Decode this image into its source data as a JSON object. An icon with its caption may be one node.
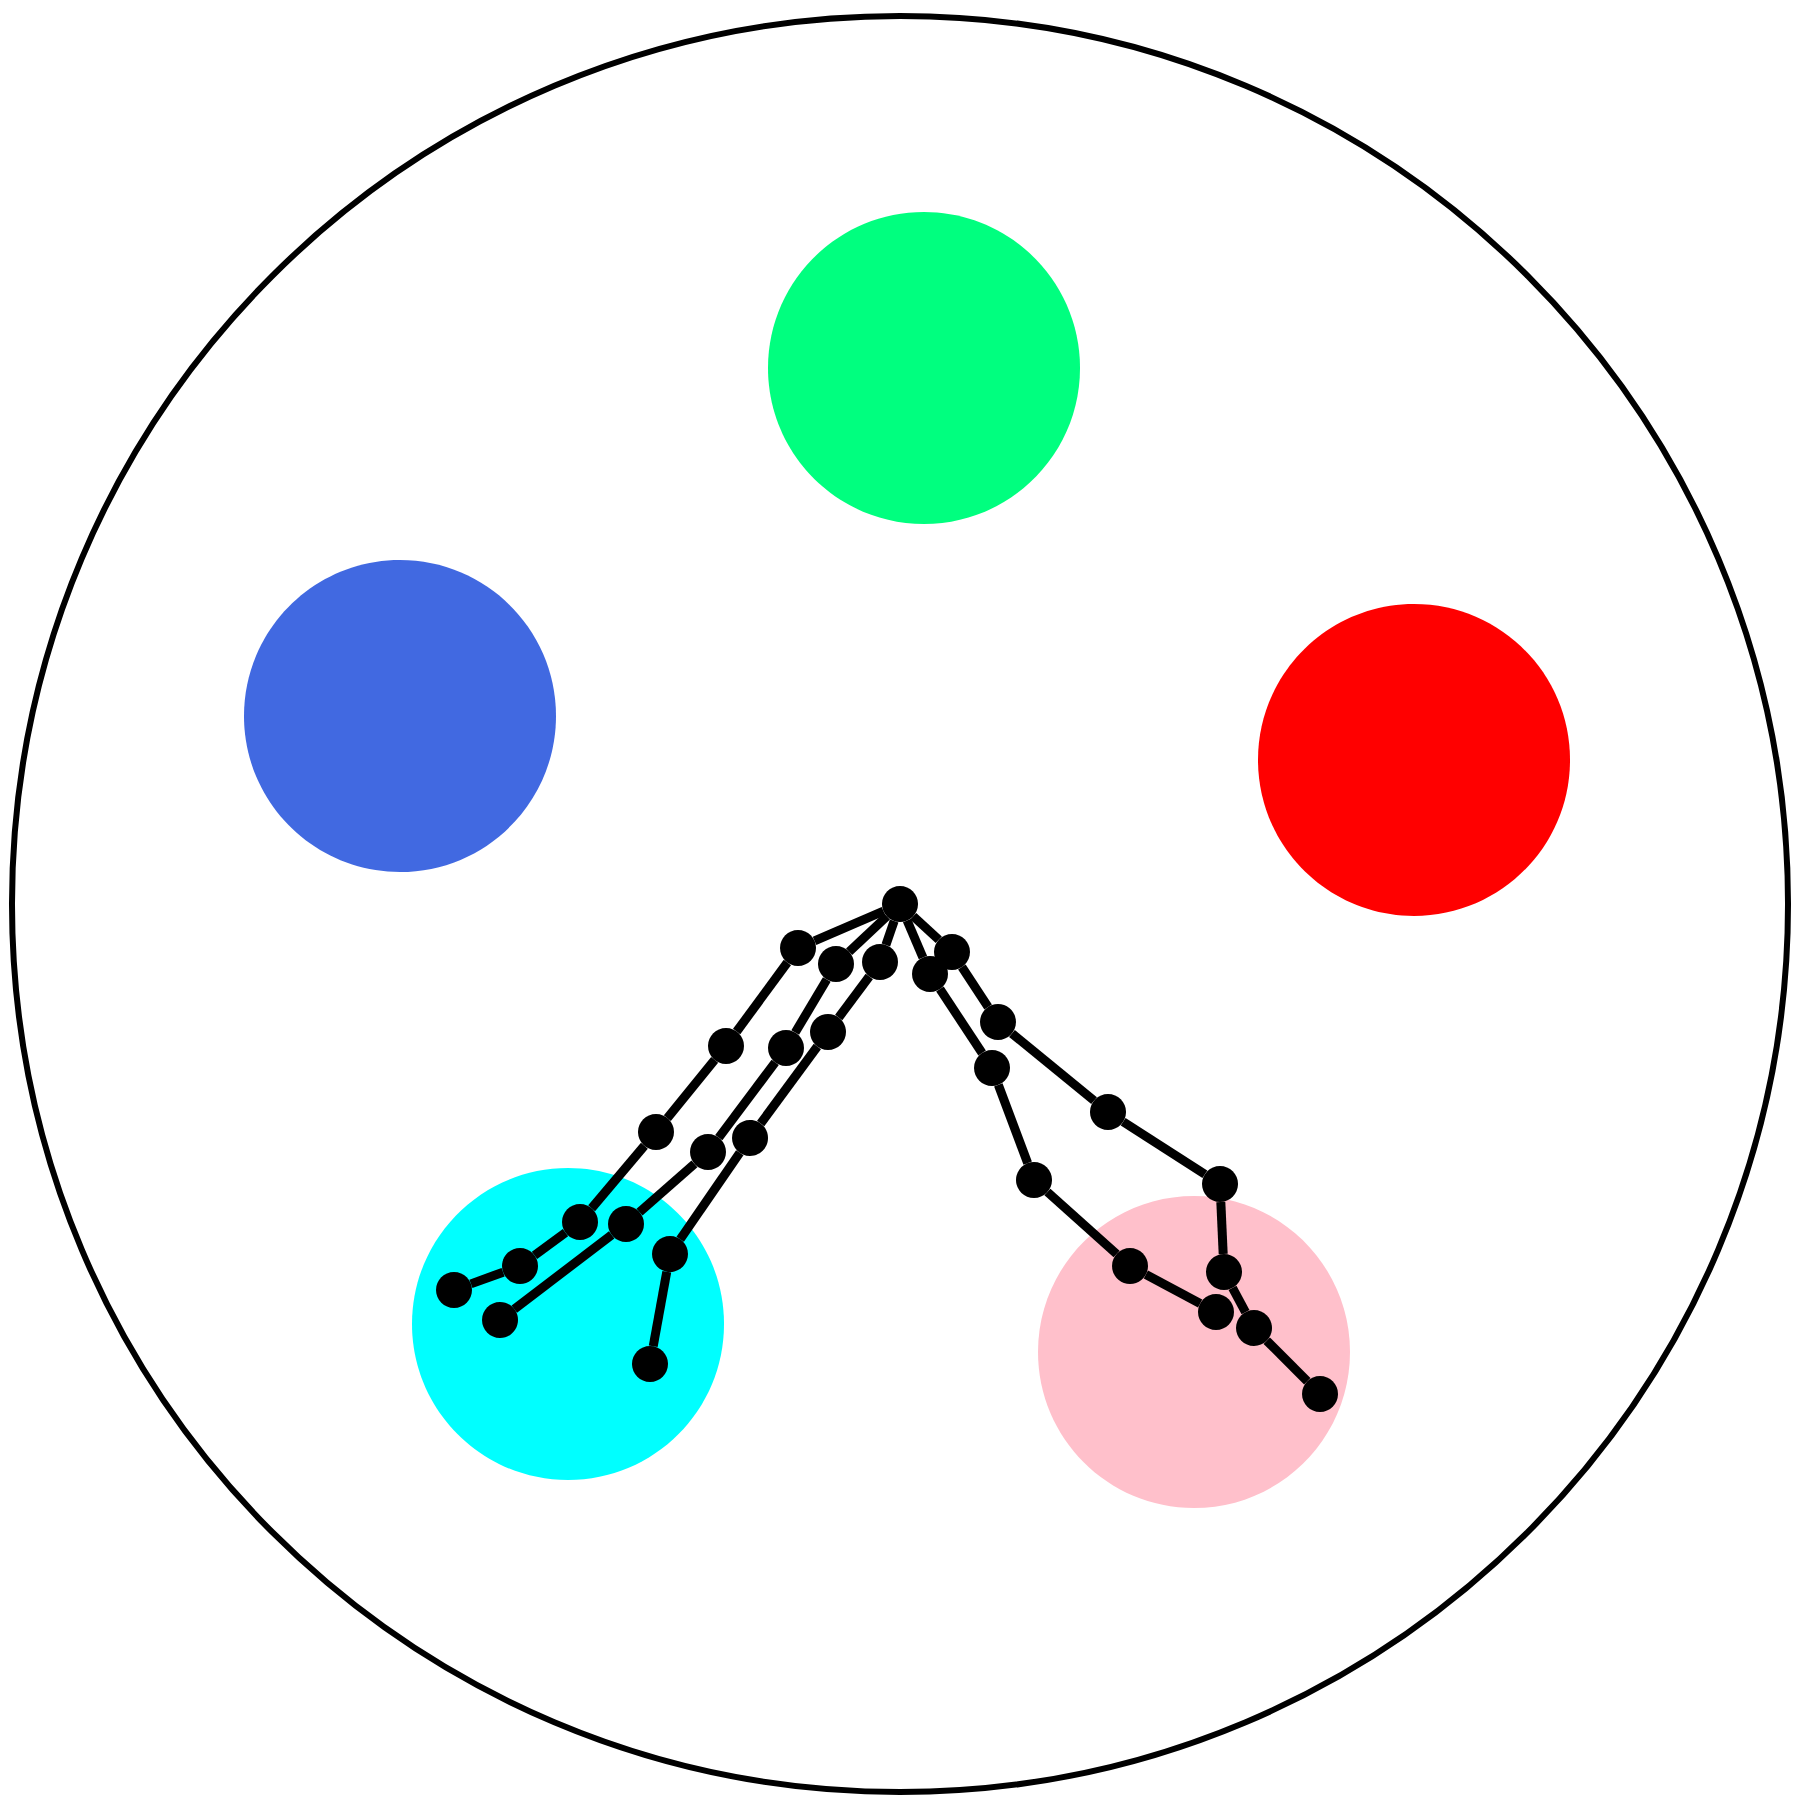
{
  "diagram": {
    "nodes": [
      {
        "text": [],
        "shape": "circle"
      },
      {
        "text": [],
        "shape": "circle",
        "in": 0
      },
      {
        "text": [],
        "shape": "circle",
        "in": 0
      },
      {
        "text": [],
        "shape": "circle",
        "in": 0
      },
      {
        "text": [],
        "shape": "circle",
        "in": 0
      },
      {
        "text": [],
        "shape": "circle",
        "in": 0
      },
      {
        "text": [],
        "shape": "dot",
        "in": 0
      },
      {
        "text": [],
        "shape": "dot",
        "in": 0
      },
      {
        "text": [],
        "shape": "dot",
        "in": 0
      },
      {
        "text": [],
        "shape": "dot",
        "in": 0
      },
      {
        "text": [],
        "shape": "dot",
        "in": 4
      },
      {
        "text": [],
        "shape": "dot",
        "in": 4
      },
      {
        "text": [],
        "shape": "dot",
        "in": 4
      },
      {
        "text": [],
        "shape": "dot",
        "in": 0
      },
      {
        "text": [],
        "shape": "dot",
        "in": 0
      },
      {
        "text": [],
        "shape": "dot",
        "in": 0
      },
      {
        "text": [],
        "shape": "dot",
        "in": 4
      },
      {
        "text": [],
        "shape": "dot",
        "in": 4
      },
      {
        "text": [],
        "shape": "dot",
        "in": 0
      },
      {
        "text": [],
        "shape": "dot",
        "in": 0
      },
      {
        "text": [],
        "shape": "dot",
        "in": 0
      },
      {
        "text": [],
        "shape": "dot",
        "in": 4
      },
      {
        "text": [],
        "shape": "dot",
        "in": 4
      },
      {
        "text": [],
        "shape": "dot",
        "in": 0
      },
      {
        "text": [],
        "shape": "dot",
        "in": 0
      },
      {
        "text": [],
        "shape": "dot",
        "in": 0
      },
      {
        "text": [],
        "shape": "dot",
        "in": 0
      },
      {
        "text": [],
        "shape": "dot",
        "in": 5
      },
      {
        "text": [],
        "shape": "dot",
        "in": 5
      },
      {
        "text": [],
        "shape": "dot",
        "in": 5
      },
      {
        "text": [],
        "shape": "dot",
        "in": 0
      },
      {
        "text": [],
        "shape": "dot",
        "in": 0
      },
      {
        "text": [],
        "shape": "dot",
        "in": 0
      },
      {
        "text": [],
        "shape": "dot",
        "in": 5
      },
      {
        "text": [],
        "shape": "dot",
        "in": 5
      }
    ],
    "edges": [
      {
        "from": 6,
        "to": 7,
        "arrow": "none"
      },
      {
        "from": 7,
        "to": 8,
        "arrow": "none"
      },
      {
        "from": 8,
        "to": 9,
        "arrow": "none"
      },
      {
        "from": 9,
        "to": 10,
        "arrow": "none"
      },
      {
        "from": 10,
        "to": 11,
        "arrow": "none"
      },
      {
        "from": 11,
        "to": 12,
        "arrow": "none"
      },
      {
        "from": 6,
        "to": 13,
        "arrow": "none"
      },
      {
        "from": 13,
        "to": 14,
        "arrow": "none"
      },
      {
        "from": 14,
        "to": 15,
        "arrow": "none"
      },
      {
        "from": 15,
        "to": 16,
        "arrow": "none"
      },
      {
        "from": 16,
        "to": 17,
        "arrow": "none"
      },
      {
        "from": 6,
        "to": 18,
        "arrow": "none"
      },
      {
        "from": 18,
        "to": 19,
        "arrow": "none"
      },
      {
        "from": 19,
        "to": 20,
        "arrow": "none"
      },
      {
        "from": 20,
        "to": 21,
        "arrow": "none"
      },
      {
        "from": 21,
        "to": 22,
        "arrow": "none"
      },
      {
        "from": 6,
        "to": 23,
        "arrow": "none"
      },
      {
        "from": 23,
        "to": 24,
        "arrow": "none"
      },
      {
        "from": 24,
        "to": 25,
        "arrow": "none"
      },
      {
        "from": 25,
        "to": 26,
        "arrow": "none"
      },
      {
        "from": 26,
        "to": 27,
        "arrow": "none"
      },
      {
        "from": 27,
        "to": 28,
        "arrow": "none"
      },
      {
        "from": 28,
        "to": 29,
        "arrow": "none"
      },
      {
        "from": 6,
        "to": 30,
        "arrow": "none"
      },
      {
        "from": 30,
        "to": 31,
        "arrow": "none"
      },
      {
        "from": 31,
        "to": 32,
        "arrow": "none"
      },
      {
        "from": 32,
        "to": 33,
        "arrow": "none"
      },
      {
        "from": 33,
        "to": 34,
        "arrow": "none"
      }
    ]
  }
}
